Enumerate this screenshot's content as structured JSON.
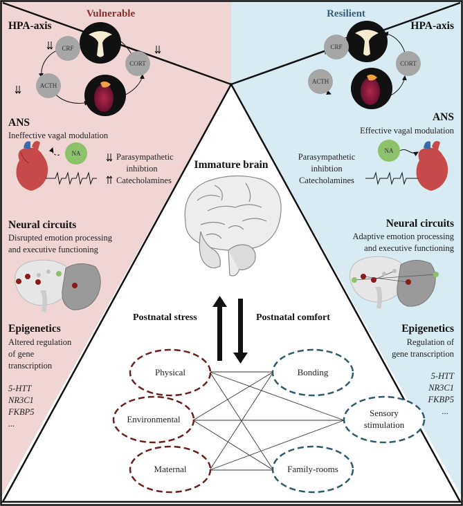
{
  "vulnerable": {
    "header": "Vulnerable",
    "hpa_title": "HPA-axis",
    "hpa_nodes": [
      "CRF",
      "ACTH",
      "CORT"
    ],
    "ans_title": "ANS",
    "ans_text": "Ineffective vagal modulation",
    "ans_node": "NA",
    "ans_line1": "Parasympathetic",
    "ans_line2": "inhibtion",
    "ans_line3": "Catecholamines",
    "neural_title": "Neural circuits",
    "neural_line1": "Disrupted emotion processing",
    "neural_line2": "and executive functioning",
    "epi_title": "Epigenetics",
    "epi_line1": "Altered regulation",
    "epi_line2": "of gene",
    "epi_line3": "transcription",
    "genes": [
      "5-HTT",
      "NR3C1",
      "FKBP5",
      "..."
    ]
  },
  "resilient": {
    "header": "Resilient",
    "hpa_title": "HPA-axis",
    "hpa_nodes": [
      "CRF",
      "ACTH",
      "CORT"
    ],
    "ans_title": "ANS",
    "ans_text": "Effective vagal modulation",
    "ans_node": "NA",
    "ans_line1": "Parasympathetic",
    "ans_line2": "inhibtion",
    "ans_line3": "Catecholamines",
    "neural_title": "Neural circuits",
    "neural_line1": "Adaptive emotion processing",
    "neural_line2": "and executive functioning",
    "epi_title": "Epigenetics",
    "epi_line1": "Regulation of",
    "epi_line2": "gene transcription",
    "genes": [
      "5-HTT",
      "NR3C1",
      "FKBP5",
      "..."
    ]
  },
  "center": {
    "brain_label": "Immature brain",
    "stress_label": "Postnatal stress",
    "comfort_label": "Postnatal comfort",
    "stress_factors": [
      "Physical",
      "Environmental",
      "Maternal"
    ],
    "comfort_factors": [
      "Bonding",
      "Sensory stimulation",
      "Family-rooms"
    ],
    "comfort_factor_lines": [
      "Sensory",
      "stimulation"
    ]
  },
  "colors": {
    "vulnerable_bg": "#f0d5d5",
    "resilient_bg": "#d8ebf2",
    "stress_oval": "#6b1f1f",
    "comfort_oval": "#2f5a6b",
    "node_gray": "#a6a6a6",
    "node_green": "#8cc26a"
  }
}
